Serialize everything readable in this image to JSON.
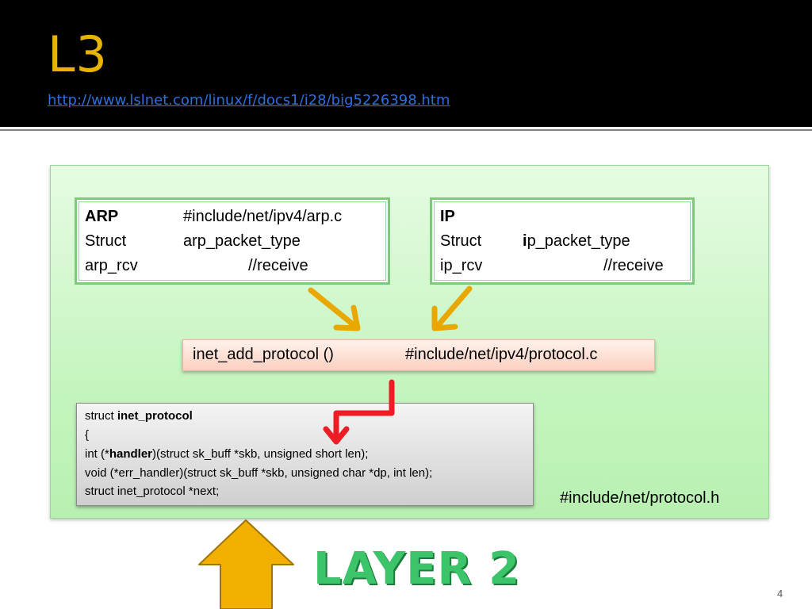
{
  "slide": {
    "title": "L3",
    "url": "http://www.lslnet.com/linux/f/docs1/i28/big5226398.htm",
    "page_number": "4"
  },
  "arp_box": {
    "r1c1": "ARP",
    "r1c2": "#include/net/ipv4/arp.c",
    "r2c1": "Struct",
    "r2c2": "arp_packet_type",
    "r3c1": "arp_rcv",
    "r3c2": "//receive"
  },
  "ip_box": {
    "r1c1": "IP",
    "r2c1": "Struct",
    "r2c2_bold": "i",
    "r2c2_rest": "p_packet_type",
    "r3c1": "ip_rcv",
    "r3c2": "//receive"
  },
  "function_box": {
    "name": "inet_add_protocol ()",
    "file": "#include/net/ipv4/protocol.c"
  },
  "struct_box": {
    "l1_prefix": "struct ",
    "l1_name": "inet_protocol",
    "l2": "{",
    "l3_prefix": "int (*",
    "l3_bold": "handler",
    "l3_rest": ")(struct sk_buff *skb, unsigned short len);",
    "l4": "void (*err_handler)(struct sk_buff *skb, unsigned char *dp, int len);",
    "l5": "struct inet_protocol *next;"
  },
  "protocol_header": "#include/net/protocol.h",
  "layer_label": "LAYER 2",
  "colors": {
    "title": "#e8b400",
    "link": "#2e6fd9",
    "orange_arrow": "#e8a800",
    "red_arrow": "#ee1c24",
    "layer_text": "#3cc46a"
  }
}
